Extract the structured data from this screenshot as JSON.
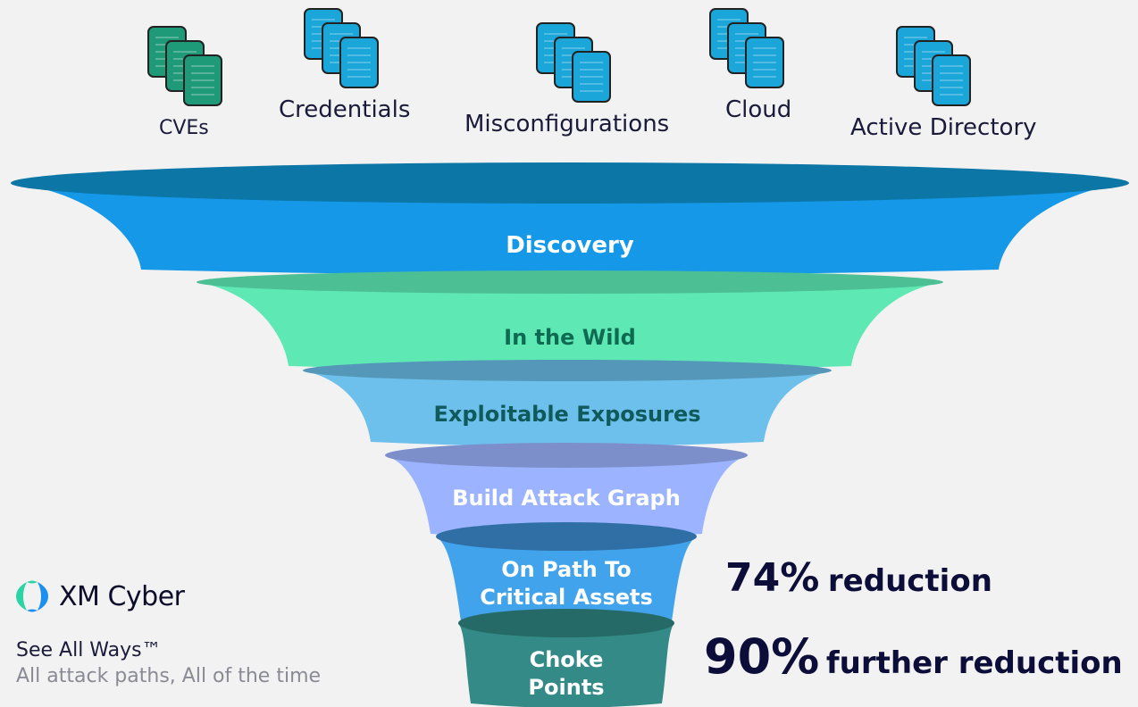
{
  "sources": [
    {
      "id": "cves",
      "label": "CVEs",
      "icon": "document-stack-icon",
      "color": "#1f9a78"
    },
    {
      "id": "credentials",
      "label": "Credentials",
      "icon": "document-stack-icon",
      "color": "#1aa6d8"
    },
    {
      "id": "misconfigurations",
      "label": "Misconfigurations",
      "icon": "document-stack-icon",
      "color": "#1aa6d8"
    },
    {
      "id": "cloud",
      "label": "Cloud",
      "icon": "document-stack-icon",
      "color": "#1aa6d8"
    },
    {
      "id": "active_directory",
      "label": "Active Directory",
      "icon": "document-stack-icon",
      "color": "#1aa6d8"
    }
  ],
  "stages": [
    {
      "label": "Discovery",
      "color": "#1598e8",
      "rim": "#0c76a6",
      "text_color": "#ffffff"
    },
    {
      "label": "In the Wild",
      "color": "#5de8b4",
      "rim": "#4cbf95",
      "text_color": "#0f6a52"
    },
    {
      "label": "Exploitable Exposures",
      "color": "#6dbfec",
      "rim": "#5497b8",
      "text_color": "#0f5a5a"
    },
    {
      "label": "Build Attack Graph",
      "color": "#9cb4ff",
      "rim": "#7c8fca",
      "text_color": "#ffffff"
    },
    {
      "label": "On Path To\nCritical Assets",
      "color": "#41a3ec",
      "rim": "#2f6fa6",
      "text_color": "#ffffff"
    },
    {
      "label": "Choke\nPoints",
      "color": "#348a86",
      "rim": "#256a66",
      "text_color": "#ffffff"
    }
  ],
  "brand": {
    "name": "XM Cyber",
    "tagline": "See All Ways™",
    "subtagline": "All attack paths, All of the time",
    "logo_colors": [
      "#2bd4a4",
      "#1c8ff0"
    ]
  },
  "stats": [
    {
      "value": "74%",
      "text": "reduction"
    },
    {
      "value": "90%",
      "text": "further reduction"
    }
  ]
}
